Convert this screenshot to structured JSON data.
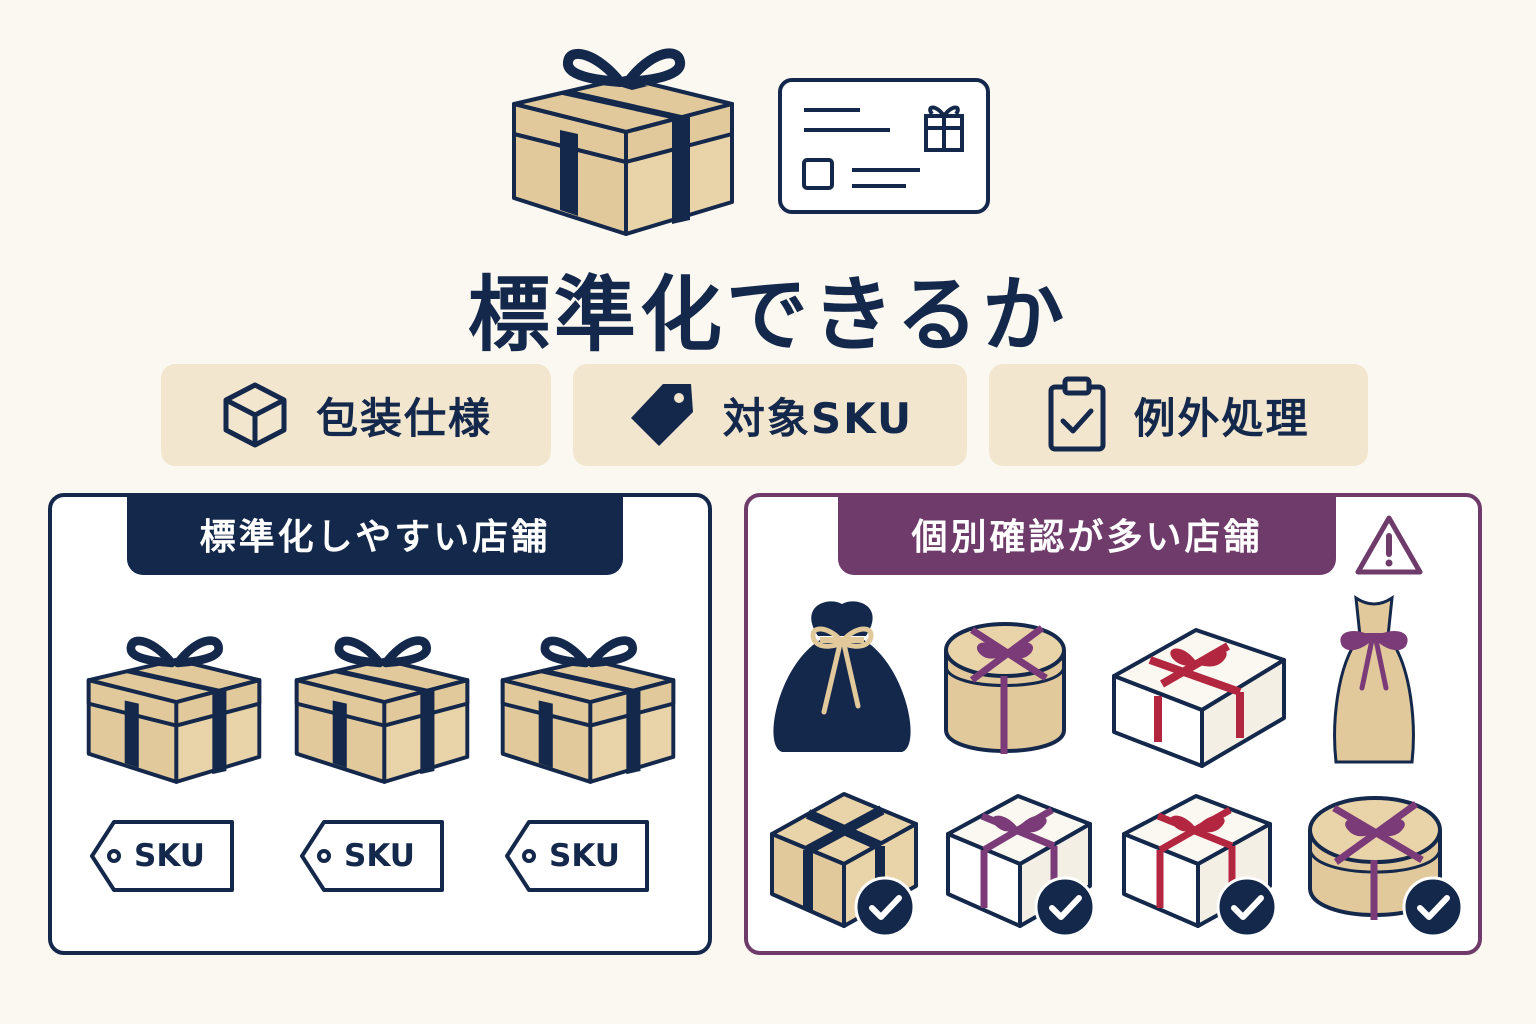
{
  "title": "標準化できるか",
  "pills": [
    {
      "label": "包装仕様",
      "icon": "cube-outline-icon"
    },
    {
      "label": "対象SKU",
      "icon": "price-tag-icon"
    },
    {
      "label": "例外処理",
      "icon": "clipboard-check-icon"
    }
  ],
  "panels": {
    "left": {
      "header": "標準化しやすい店舗",
      "sku_label": "SKU"
    },
    "right": {
      "header": "個別確認が多い店舗"
    }
  },
  "colors": {
    "navy": "#14284b",
    "plum": "#6e3b6a",
    "kraft": "#e2c99b",
    "crimson": "#b3263f",
    "purple_ribbon": "#7a3b78",
    "cream": "#fbf8f1",
    "pill_bg": "#f2e6cf"
  }
}
